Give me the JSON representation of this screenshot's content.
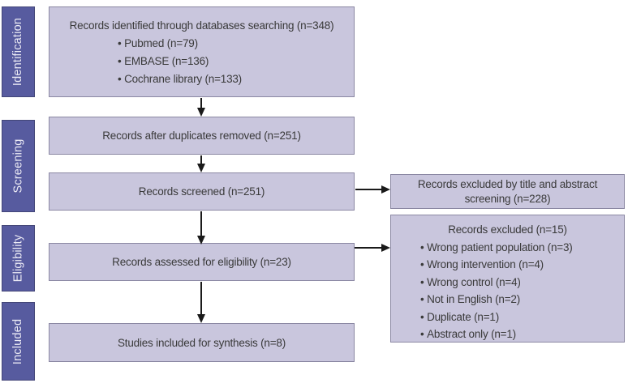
{
  "stages": [
    {
      "label": "Identification"
    },
    {
      "label": "Screening"
    },
    {
      "label": "Eligibility"
    },
    {
      "label": "Included"
    }
  ],
  "boxes": {
    "identified": {
      "title": "Records identified through databases searching (n=348)",
      "bullets": [
        "Pubmed (n=79)",
        "EMBASE (n=136)",
        "Cochrane library (n=133)"
      ]
    },
    "duplicates_removed": {
      "title": "Records after duplicates removed (n=251)"
    },
    "screened": {
      "title": "Records screened (n=251)"
    },
    "assessed": {
      "title": "Records assessed for eligibility (n=23)"
    },
    "synthesis": {
      "title": "Studies included for synthesis (n=8)"
    },
    "excluded_screening": {
      "title": "Records excluded by title and abstract screening (n=228)"
    },
    "excluded_eligibility": {
      "title": "Records excluded (n=15)",
      "bullets": [
        "Wrong patient population (n=3)",
        "Wrong intervention (n=4)",
        "Wrong control (n=4)",
        "Not in English (n=2)",
        "Duplicate (n=1)",
        "Abstract only (n=1)"
      ]
    }
  },
  "colors": {
    "stage_fill": "#575b9f",
    "stage_text": "#ecebf5",
    "box_fill": "#c9c6dd",
    "box_border": "#8b88a3",
    "text": "#3a3a3a",
    "arrow": "#1a1a1a"
  }
}
